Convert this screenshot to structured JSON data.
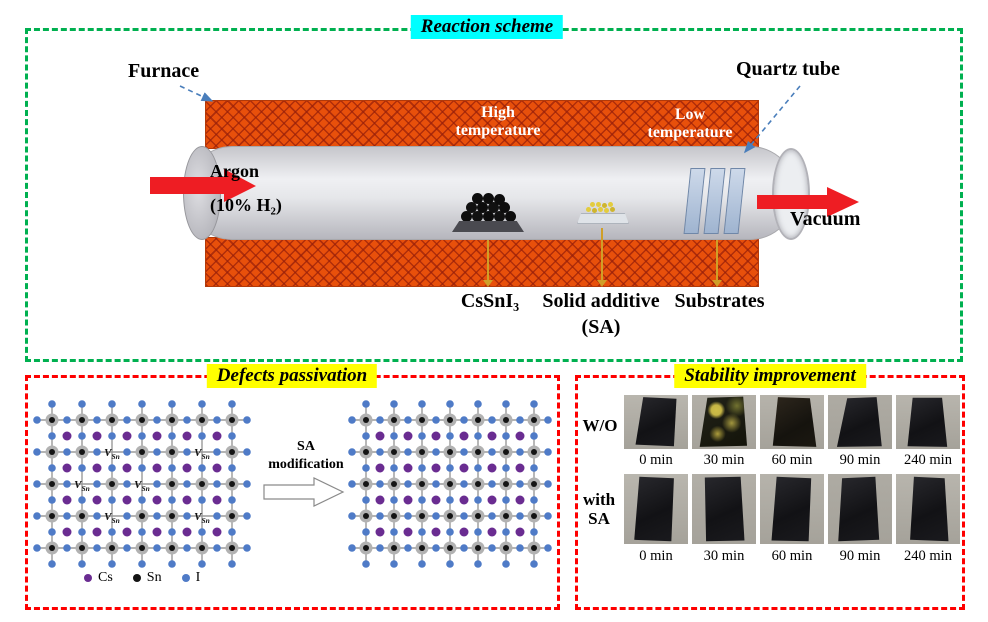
{
  "reaction": {
    "title": "Reaction scheme",
    "furnace_label": "Furnace",
    "quartz_tube_label": "Quartz tube",
    "high_temp": [
      "High",
      "temperature"
    ],
    "low_temp": [
      "Low",
      "temperature"
    ],
    "argon": [
      "Argon",
      "(10% H₂)"
    ],
    "vacuum_label": "Vacuum",
    "cssni3_label": "CsSnI₃",
    "solid_additive_label": [
      "Solid additive",
      "(SA)"
    ],
    "substrates_label": "Substrates"
  },
  "defects": {
    "title": "Defects passivation",
    "arrow_label": [
      "SA",
      "modification"
    ],
    "vacancy_label": {
      "main": "V",
      "sub": "Sn"
    },
    "legend": [
      {
        "label": "Cs",
        "color": "#6a2c91"
      },
      {
        "label": "Sn",
        "color": "#141414"
      },
      {
        "label": "I",
        "color": "#4f7bc7"
      }
    ],
    "lattice": {
      "sn_cols": 7,
      "sn_rows": 5,
      "colors": {
        "line": "#9a9a9a",
        "sn_halo": "#b2b2b2",
        "sn_core": "#141414",
        "iodine": "#4f7bc7",
        "cs": "#6a2c91"
      },
      "left_vacancies": [
        [
          1,
          2
        ],
        [
          1,
          5
        ],
        [
          2,
          1
        ],
        [
          2,
          3
        ],
        [
          3,
          2
        ],
        [
          3,
          5
        ]
      ],
      "right_vacancies": []
    }
  },
  "stability": {
    "title": "Stability improvement",
    "rows": [
      {
        "label": [
          "W/O"
        ],
        "times": [
          "0 min",
          "30 min",
          "60 min",
          "90 min",
          "240 min"
        ],
        "variants": [
          "dark",
          "degraded",
          "dark-warm",
          "dark",
          "dark"
        ]
      },
      {
        "label": [
          "with",
          "SA"
        ],
        "times": [
          "0 min",
          "30 min",
          "60 min",
          "90 min",
          "240 min"
        ],
        "variants": [
          "dark",
          "dark",
          "dark",
          "dark",
          "dark"
        ]
      }
    ]
  },
  "style": {
    "accent_green": "#00b050",
    "accent_red": "#fe0000",
    "highlight_cyan": "#00ffff",
    "highlight_yellow": "#ffff00",
    "furnace_orange": "#e8500b",
    "arrow_red": "#ee1d23",
    "arrow_gold": "#cf9f28",
    "annotation_blue": "#4a7ebb"
  }
}
